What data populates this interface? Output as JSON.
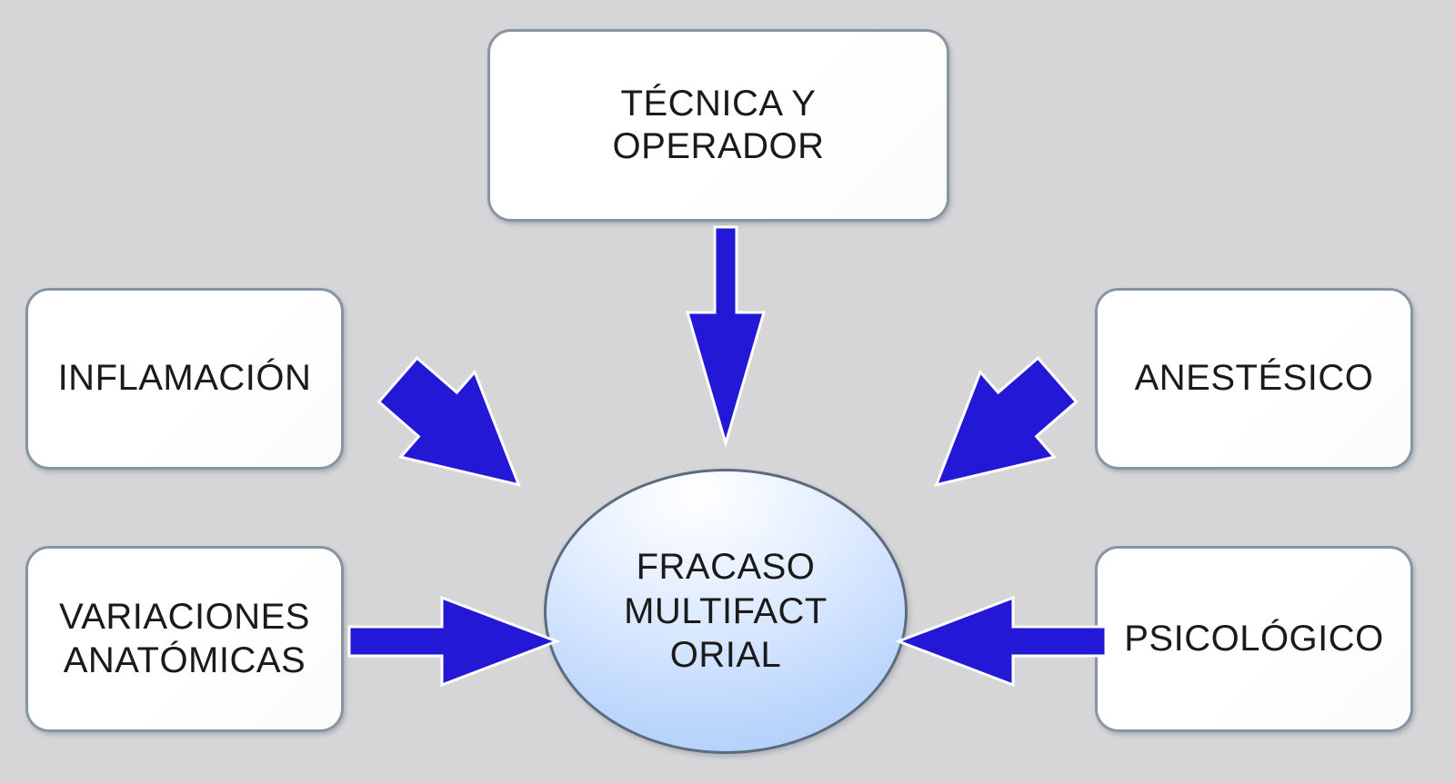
{
  "diagram": {
    "title_concept": "FRACASO MULTIFACTORIAL",
    "background_color": "#d6d6d8",
    "arrow_color": "#2218d6",
    "node_border_color": "#8795a3",
    "center_border_color": "#5c6b7d",
    "center": {
      "label": "FRACASO\nMULTIFACT\nORIAL",
      "shape": "ellipse"
    },
    "nodes": [
      {
        "id": "tecnica",
        "label": "TÉCNICA Y\nOPERADOR",
        "position": "top"
      },
      {
        "id": "inflamacion",
        "label": "INFLAMACIÓN",
        "position": "left-top"
      },
      {
        "id": "variaciones",
        "label": "VARIACIONES\nANATÓMICAS",
        "position": "left-bottom"
      },
      {
        "id": "anestesico",
        "label": "ANESTÉSICO",
        "position": "right-top"
      },
      {
        "id": "psicologico",
        "label": "PSICOLÓGICO",
        "position": "right-bottom"
      }
    ],
    "arrows": [
      {
        "id": "arrow-tecnica-to-center",
        "from": "tecnica",
        "to": "center",
        "direction": "down"
      },
      {
        "id": "arrow-inflamacion-to-center",
        "from": "inflamacion",
        "to": "center",
        "direction": "down-right"
      },
      {
        "id": "arrow-variaciones-to-center",
        "from": "variaciones",
        "to": "center",
        "direction": "right"
      },
      {
        "id": "arrow-anestesico-to-center",
        "from": "anestesico",
        "to": "center",
        "direction": "down-left"
      },
      {
        "id": "arrow-psicologico-to-center",
        "from": "psicologico",
        "to": "center",
        "direction": "left"
      }
    ]
  }
}
